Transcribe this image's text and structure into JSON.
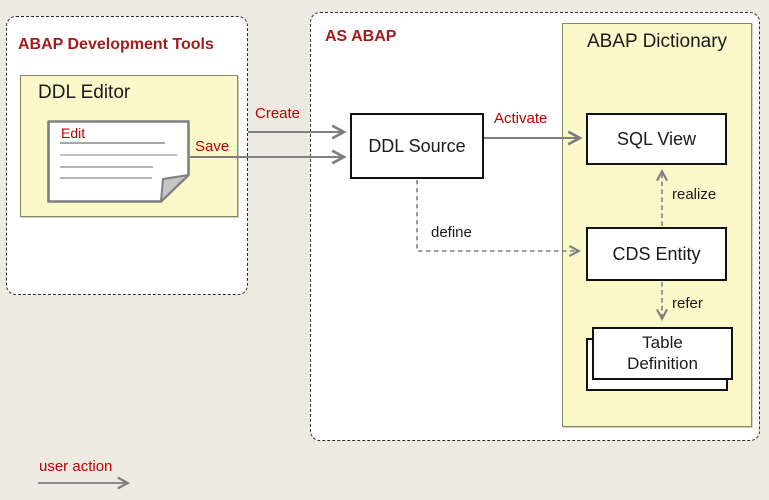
{
  "left_panel": {
    "title": "ABAP Development Tools",
    "ddl_editor": {
      "title": "DDL Editor",
      "note_label": "Edit"
    }
  },
  "as_abap": {
    "title": "AS ABAP",
    "ddl_source_label": "DDL Source",
    "dictionary": {
      "title": "ABAP Dictionary",
      "sql_view_label": "SQL View",
      "cds_entity_label": "CDS Entity",
      "table_definition_label": "Table Definition"
    }
  },
  "connectors": {
    "create_label": "Create",
    "save_label": "Save",
    "activate_label": "Activate",
    "define_label": "define",
    "realize_label": "realize",
    "refer_label": "refer"
  },
  "legend": {
    "user_action_label": "user action"
  },
  "colors": {
    "canvas_bg": "#EDEAE2",
    "panel_fill": "#FFFFFF",
    "yellow_fill": "#FBF9CA",
    "yellow_border": "#86865E",
    "accent_red_title": "#A11D1D",
    "accent_red_label": "#C00000",
    "arrow_gray": "#7F7F7F",
    "node_border": "#111111"
  }
}
